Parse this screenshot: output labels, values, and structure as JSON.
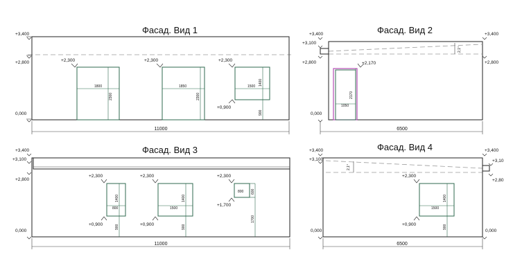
{
  "views": [
    {
      "title": "Фасад. Вид 1",
      "left_levels": [
        "+3,400",
        "+2,800",
        "0,000"
      ],
      "openings": [
        {
          "top": "+2,300",
          "width": "1800",
          "height": "2300"
        },
        {
          "top": "+2,300",
          "width": "1850",
          "height": "2300"
        },
        {
          "top": "+2,300",
          "bottom": "+0,900",
          "width": "1500",
          "height": "1400",
          "sill": "900"
        }
      ],
      "length": "11000"
    },
    {
      "title": "Фасад. Вид 2",
      "left_levels": [
        "+3,400",
        "+3,100",
        "+2,800",
        "0,000"
      ],
      "right_levels": [
        "+3,400",
        "+2,800"
      ],
      "slope": "2,1°",
      "door": {
        "top": "+2,170",
        "width": "1050",
        "height": "2170"
      },
      "length": "6500"
    },
    {
      "title": "Фасад. Вид 3",
      "left_levels": [
        "+3,400",
        "+3,100",
        "+2,800",
        "0,000"
      ],
      "openings": [
        {
          "top": "+2,300",
          "bottom": "+0,900",
          "width": "800",
          "height": "1400",
          "sill": "900"
        },
        {
          "top": "+2,300",
          "bottom": "+0,900",
          "width": "1500",
          "height": "1400",
          "sill": "900"
        },
        {
          "top": "+2,300",
          "bottom": "+1,700",
          "width": "800",
          "height": "600",
          "sill": "1700"
        }
      ],
      "length": "11000"
    },
    {
      "title": "Фасад. Вид 4",
      "left_levels": [
        "+3,400",
        "+3,100",
        "0,000"
      ],
      "right_levels": [
        "+3,400",
        "+3,10",
        "+2,80",
        "0,000"
      ],
      "slope": "2,1°",
      "opening": {
        "top": "+2,300",
        "bottom": "+0,900",
        "width": "1500",
        "height": "1400",
        "sill": "900"
      },
      "length": "6500"
    }
  ]
}
